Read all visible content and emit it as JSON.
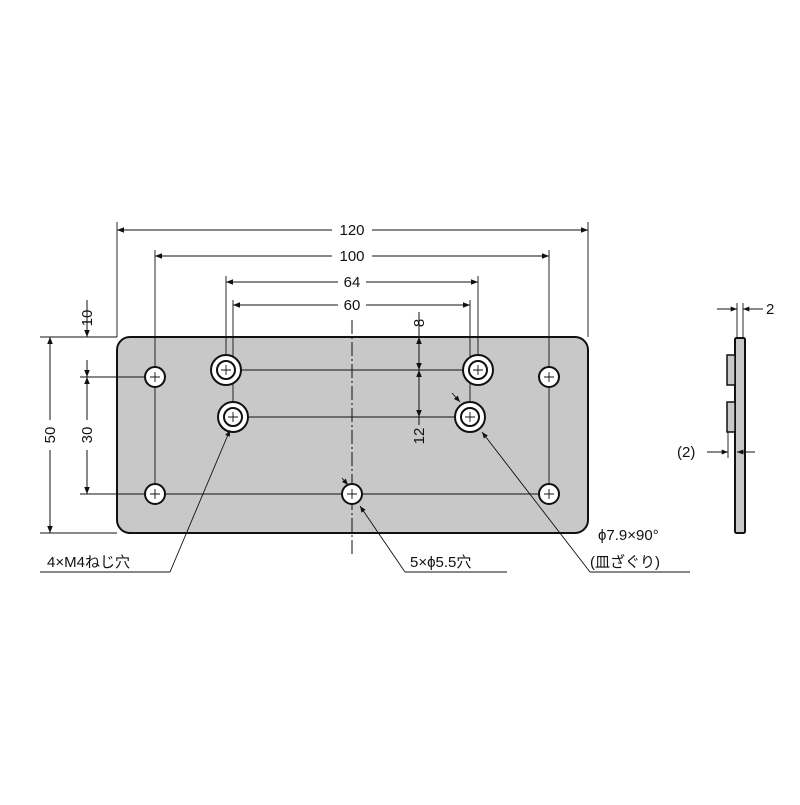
{
  "drawing": {
    "colors": {
      "plate": "#c8c8c8",
      "line": "#111111"
    },
    "dimensions": {
      "overall_width": "120",
      "outer_hole_pitch": "100",
      "countersink_upper_pitch": "64",
      "countersink_lower_pitch": "60",
      "upper_offset": "8",
      "countersink_vertical_pitch": "12",
      "top_offset": "10",
      "hole_vertical_pitch": "30",
      "overall_height": "50",
      "thickness": "2",
      "boss_height": "(2)"
    },
    "callouts": {
      "screw_holes": "4×M4ねじ穴",
      "through_holes": "5×ϕ5.5穴",
      "countersink_line1": "ϕ7.9×90°",
      "countersink_line2": "(皿ざぐり)"
    }
  }
}
